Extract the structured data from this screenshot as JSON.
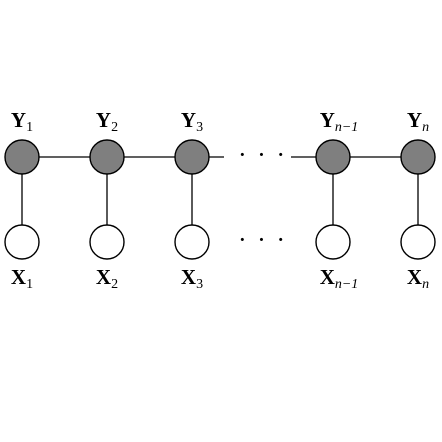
{
  "colors": {
    "hidden_fill": "#7f7f7f",
    "observed_fill": "#ffffff",
    "stroke": "#000000"
  },
  "hidden_nodes": [
    {
      "var": "Y",
      "sub": "1",
      "sub_italic": false
    },
    {
      "var": "Y",
      "sub": "2",
      "sub_italic": false
    },
    {
      "var": "Y",
      "sub": "3",
      "sub_italic": false
    },
    {
      "var": "Y",
      "sub": "n−1",
      "sub_italic": true
    },
    {
      "var": "Y",
      "sub": "n",
      "sub_italic": true
    }
  ],
  "observed_nodes": [
    {
      "var": "X",
      "sub": "1",
      "sub_italic": false
    },
    {
      "var": "X",
      "sub": "2",
      "sub_italic": false
    },
    {
      "var": "X",
      "sub": "3",
      "sub_italic": false
    },
    {
      "var": "X",
      "sub": "n−1",
      "sub_italic": true
    },
    {
      "var": "X",
      "sub": "n",
      "sub_italic": true
    }
  ],
  "ellipsis": "· · ·"
}
